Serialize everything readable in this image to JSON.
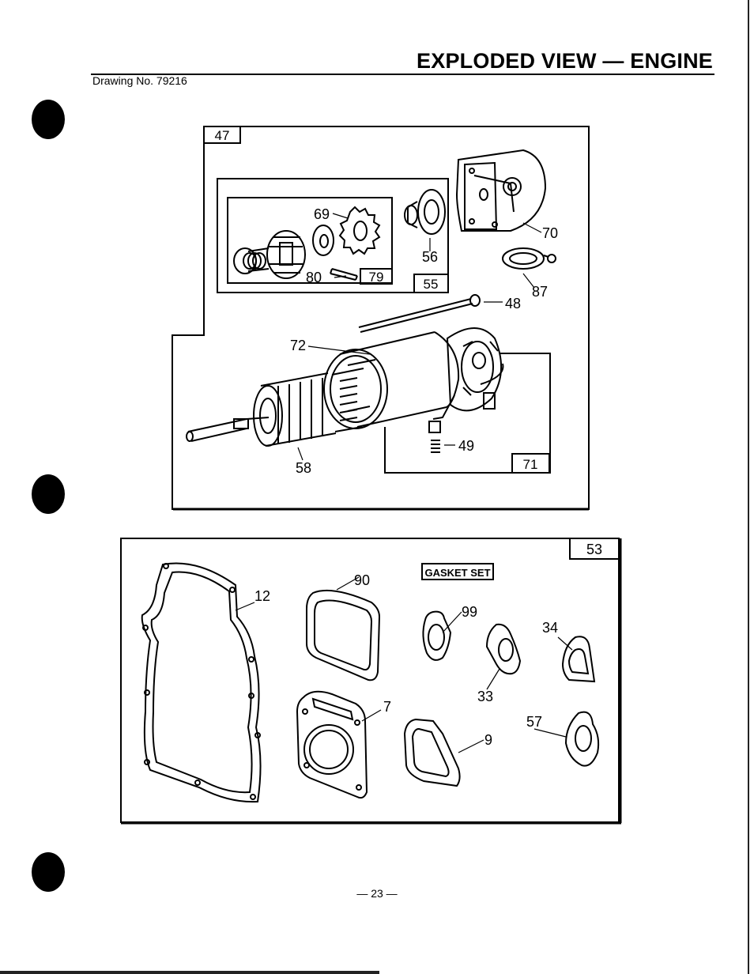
{
  "header": {
    "title": "EXPLODED VIEW — ENGINE",
    "drawing_number": "Drawing No. 79216"
  },
  "starter_group": {
    "box_label": "47",
    "sub_boxes": {
      "drive": "55",
      "pinion": "79",
      "brush": "71"
    },
    "callouts": [
      "69",
      "56",
      "70",
      "80",
      "87",
      "48",
      "72",
      "58",
      "49"
    ]
  },
  "gasket_group": {
    "box_label": "53",
    "set_label": "GASKET SET",
    "callouts": [
      "12",
      "90",
      "99",
      "34",
      "33",
      "7",
      "9",
      "57"
    ]
  },
  "footer": {
    "page_number": "— 23 —"
  }
}
